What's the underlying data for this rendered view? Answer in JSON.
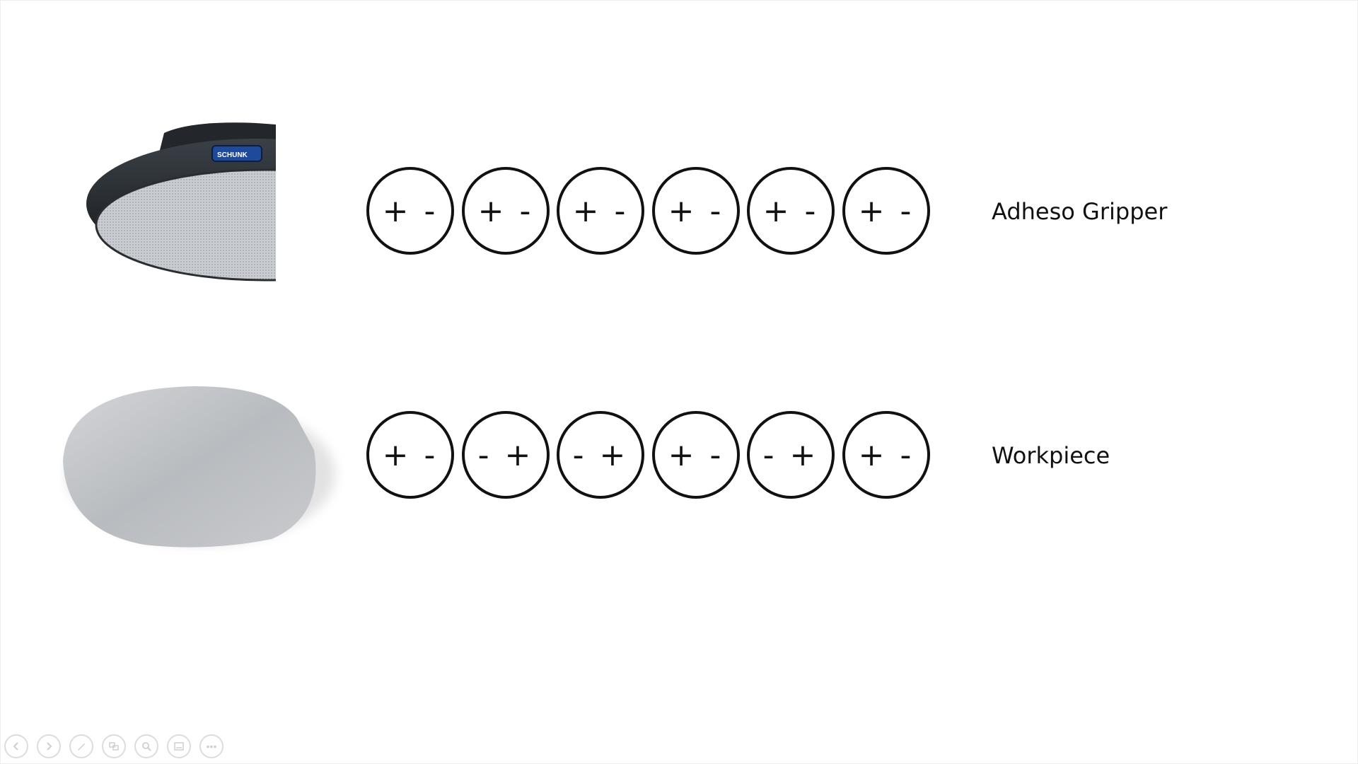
{
  "rows": [
    {
      "label": "Adheso Gripper",
      "charges": [
        "+ -",
        "+ -",
        "+ -",
        "+ -",
        "+ -",
        "+ -"
      ]
    },
    {
      "label": "Workpiece",
      "charges": [
        "+ -",
        "- +",
        "- +",
        "+ -",
        "- +",
        "+ -"
      ]
    }
  ],
  "images": {
    "gripper_badge": "SCHUNK"
  },
  "toolbar": {
    "buttons": [
      "previous-icon",
      "next-icon",
      "pen-icon",
      "slides-icon",
      "zoom-icon",
      "subtitles-icon",
      "more-icon"
    ],
    "more_label": "•••"
  },
  "colors": {
    "stroke": "#111111",
    "gripper_body": "#1e2226",
    "badge_blue": "#1f4a9c",
    "wafer": "#bfc2c6"
  }
}
